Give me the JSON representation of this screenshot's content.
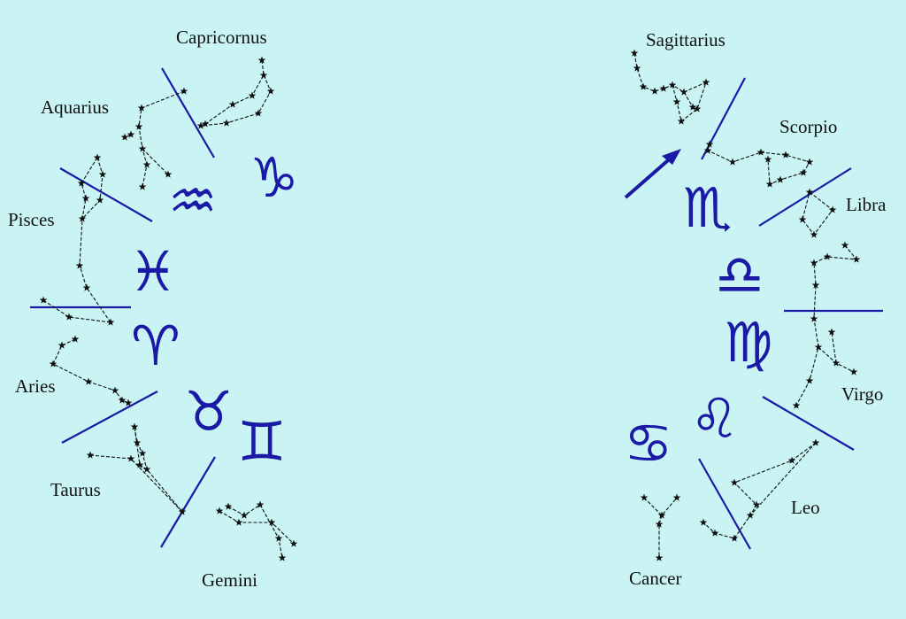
{
  "title": "Zodiac constellations",
  "colors": {
    "background": "#c9f4f3",
    "symbols": "#1a1aa6",
    "stars": "#111111"
  },
  "constellations": {
    "capricornus": {
      "label": "Capricornus",
      "symbol": "capricorn-glyph"
    },
    "aquarius": {
      "label": "Aquarius",
      "symbol": "aquarius-glyph"
    },
    "pisces": {
      "label": "Pisces",
      "symbol": "pisces-glyph"
    },
    "aries": {
      "label": "Aries",
      "symbol": "aries-glyph"
    },
    "taurus": {
      "label": "Taurus",
      "symbol": "taurus-glyph"
    },
    "gemini": {
      "label": "Gemini",
      "symbol": "gemini-glyph"
    },
    "sagittarius": {
      "label": "Sagittarius",
      "symbol": "sagittarius-arrow"
    },
    "scorpio": {
      "label": "Scorpio",
      "symbol": "scorpio-glyph"
    },
    "libra": {
      "label": "Libra",
      "symbol": "libra-glyph"
    },
    "virgo": {
      "label": "Virgo",
      "symbol": "virgo-glyph"
    },
    "leo": {
      "label": "Leo",
      "symbol": "leo-glyph"
    },
    "cancer": {
      "label": "Cancer",
      "symbol": "cancer-glyph"
    }
  }
}
